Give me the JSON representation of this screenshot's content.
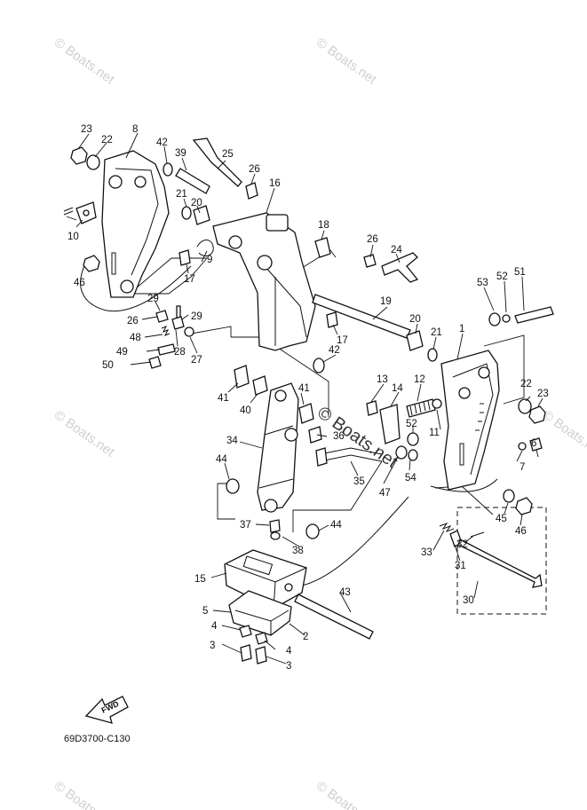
{
  "watermark": "© Boats.net",
  "diagram_code": "69D3700-C130",
  "fwd_label": "FWD",
  "callouts": {
    "c1": "1",
    "c2": "2",
    "c3a": "3",
    "c3b": "3",
    "c4a": "4",
    "c4b": "4",
    "c5": "5",
    "c6": "6",
    "c7": "7",
    "c8": "8",
    "c9": "9",
    "c10": "10",
    "c11": "11",
    "c12": "12",
    "c13": "13",
    "c14": "14",
    "c15": "15",
    "c16": "16",
    "c17a": "17",
    "c17b": "17",
    "c18": "18",
    "c19": "19",
    "c20a": "20",
    "c20b": "20",
    "c21a": "21",
    "c21b": "21",
    "c22a": "22",
    "c22b": "22",
    "c23a": "23",
    "c23b": "23",
    "c24": "24",
    "c25": "25",
    "c26a": "26",
    "c26b": "26",
    "c26c": "26",
    "c27": "27",
    "c28": "28",
    "c29a": "29",
    "c29b": "29",
    "c30": "30",
    "c31": "31",
    "c32": "32",
    "c33": "33",
    "c34": "34",
    "c35": "35",
    "c36": "36",
    "c37": "37",
    "c38": "38",
    "c39": "39",
    "c40": "40",
    "c41a": "41",
    "c41b": "41",
    "c42a": "42",
    "c42b": "42",
    "c43": "43",
    "c44a": "44",
    "c44b": "44",
    "c45": "45",
    "c46a": "46",
    "c46b": "46",
    "c47": "47",
    "c48": "48",
    "c49": "49",
    "c50": "50",
    "c51": "51",
    "c52a": "52",
    "c52b": "52",
    "c53": "53",
    "c54": "54"
  }
}
